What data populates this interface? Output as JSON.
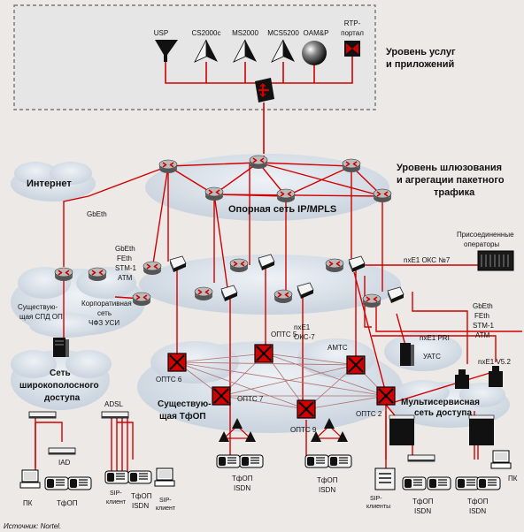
{
  "services_layer": {
    "title_line1": "Уровень услуг",
    "title_line2": "и приложений",
    "services": [
      {
        "label": "USP",
        "icon": "funnel-icon"
      },
      {
        "label": "CS2000c",
        "icon": "pyramid-icon"
      },
      {
        "label": "MS2000",
        "icon": "pyramid-icon"
      },
      {
        "label": "MCS5200",
        "icon": "pyramid-icon"
      },
      {
        "label": "OAM&P",
        "icon": "sphere-icon"
      },
      {
        "label_line1": "RTP-",
        "label_line2": "портал",
        "icon": "portal-icon"
      }
    ]
  },
  "gateway_layer": {
    "title_line1": "Уровень шлюзования",
    "title_line2": "и агрегации пакетного",
    "title_line3": "трафика"
  },
  "core_network": {
    "label": "Опорная сеть IP/MPLS"
  },
  "internet": {
    "label": "Интернет"
  },
  "spd": {
    "label_line1": "Существую-",
    "label_line2": "щая СПД ОП"
  },
  "corp": {
    "label_line1": "Корпоративная",
    "label_line2": "сеть",
    "label_line3": "ЧФЗ УСИ"
  },
  "broadband": {
    "label_line1": "Сеть",
    "label_line2": "широкополосного",
    "label_line3": "доступа"
  },
  "pstn": {
    "label_line1": "Существую-",
    "label_line2": "щая ТфОП"
  },
  "multiservice": {
    "label_line1": "Мультисервисная",
    "label_line2": "сеть доступа"
  },
  "uats": {
    "label": "УАТС"
  },
  "connected_ops": {
    "label_line1": "Присоединенные",
    "label_line2": "операторы"
  },
  "links": {
    "gbeth_internet": "GbEth",
    "left_stack": [
      "GbEth",
      "FEth",
      "STM-1",
      "ATM"
    ],
    "right_stack": [
      "GbEth",
      "FEth",
      "STM-1",
      "ATM"
    ],
    "nxe1_oks": "nxE1 ОКС №7",
    "nxe1_oks7_l1": "nxE1",
    "nxe1_oks7_l2": "ОКС-7",
    "nxe1_pri": "nxE1 PRI",
    "nxe1_v52": "nxE1 V5.2"
  },
  "switches": {
    "opts5": "ОПТС 5",
    "opts6": "ОПТС 6",
    "opts7": "ОПТС 7",
    "opts9": "ОПТС 9",
    "opts2": "ОПТС 2",
    "amts": "AMTC"
  },
  "access": {
    "adsl": "ADSL",
    "iad": "IAD",
    "pk": "ПК",
    "tfop": "ТфОП",
    "isdn": "ISDN",
    "sip1": "SIP-",
    "sip2": "клиент",
    "sip_plural": "клиенты"
  },
  "source": "Источник: Nortel."
}
